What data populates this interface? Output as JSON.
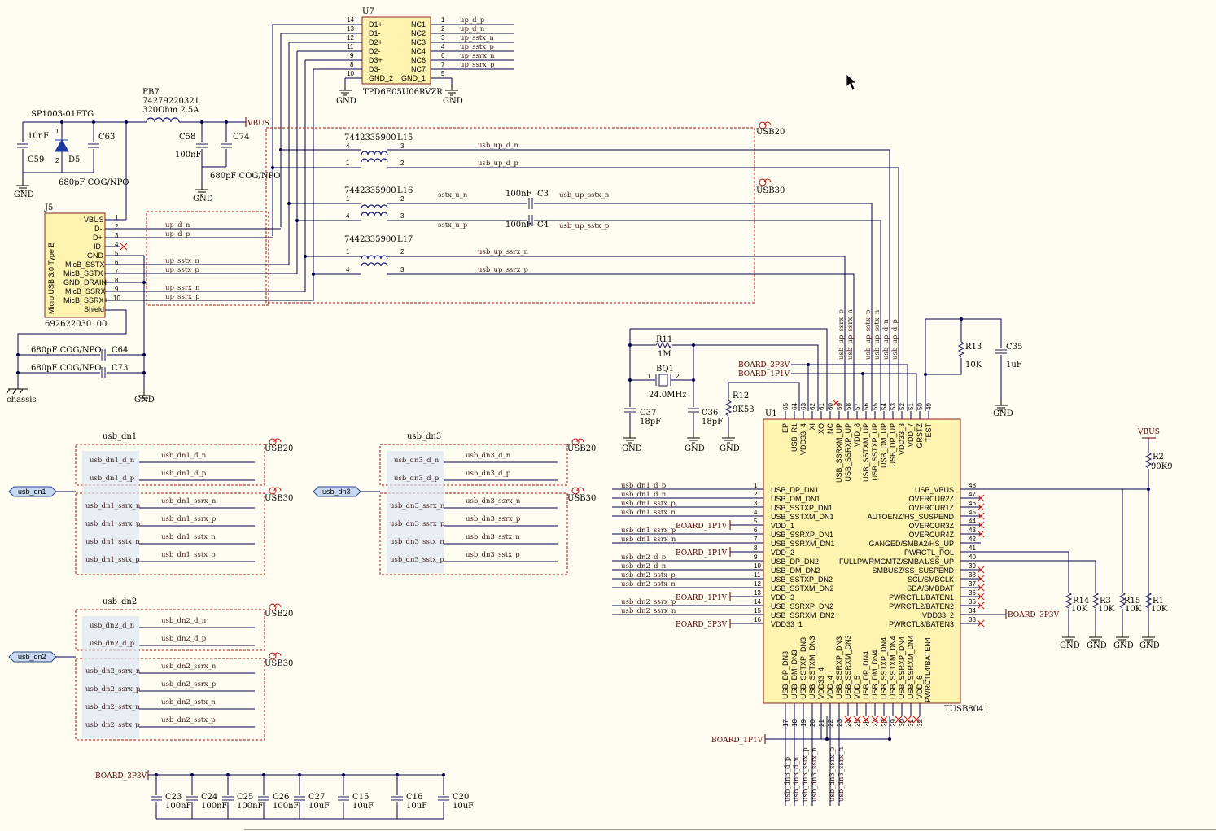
{
  "colors": {
    "background": "#fffdf2",
    "wire": "#1a1a5a",
    "component_fill": "#fff3b0",
    "harness_border": "#b01010",
    "no_connect": "#d01010",
    "port_fill": "#c8d8f0"
  },
  "u7": {
    "ref": "U7",
    "part": "TPD6E05U06RVZR",
    "left_pins": [
      {
        "num": "14",
        "name": "D1+"
      },
      {
        "num": "13",
        "name": "D1-"
      },
      {
        "num": "12",
        "name": "D2+"
      },
      {
        "num": "11",
        "name": "D2-"
      },
      {
        "num": "9",
        "name": "D3+"
      },
      {
        "num": "8",
        "name": "D3-"
      },
      {
        "num": "10",
        "name": "GND_2"
      }
    ],
    "right_pins": [
      {
        "num": "1",
        "name": "NC1",
        "net": "up_d_p"
      },
      {
        "num": "2",
        "name": "NC2",
        "net": "up_d_n"
      },
      {
        "num": "3",
        "name": "NC3",
        "net": "up_sstx_n"
      },
      {
        "num": "4",
        "name": "NC4",
        "net": "up_sstx_p"
      },
      {
        "num": "6",
        "name": "NC6",
        "net": "up_ssrx_n"
      },
      {
        "num": "7",
        "name": "NC7",
        "net": "up_ssrx_p"
      },
      {
        "num": "5",
        "name": "GND_1",
        "net": ""
      }
    ]
  },
  "j5": {
    "ref": "J5",
    "part": "Micro USB 3.0 Type B",
    "pn": "692622030100",
    "pins": [
      {
        "num": "1",
        "name": "VBUS",
        "net": ""
      },
      {
        "num": "2",
        "name": "D-",
        "net": "up_d_n"
      },
      {
        "num": "3",
        "name": "D+",
        "net": "up_d_p"
      },
      {
        "num": "4",
        "name": "ID",
        "net": ""
      },
      {
        "num": "5",
        "name": "GND",
        "net": ""
      },
      {
        "num": "6",
        "name": "MicB_SSTX-",
        "net": "up_sstx_n"
      },
      {
        "num": "7",
        "name": "MicB_SSTX+",
        "net": "up_sstx_p"
      },
      {
        "num": "8",
        "name": "GND_DRAIN",
        "net": ""
      },
      {
        "num": "9",
        "name": "MicB_SSRX-",
        "net": "up_ssrx_n"
      },
      {
        "num": "10",
        "name": "MicB_SSRX+",
        "net": "up_ssrx_p"
      },
      {
        "num": "",
        "name": "Shield",
        "net": ""
      }
    ]
  },
  "power_in": {
    "d5_part": "SP1003-01ETG",
    "d5_ref": "D5",
    "d5_pin1": "1",
    "d5_pin2": "2",
    "fb7_ref": "FB7",
    "fb7_part": "74279220321",
    "fb7_value": "320Ohm 2.5A",
    "c59_ref": "C59",
    "c59_value": "10nF",
    "c63_ref": "C63",
    "c63_value": "680pF COG/NPO",
    "c58_ref": "C58",
    "c58_value": "100nF",
    "c74_ref": "C74",
    "c74_value": "680pF COG/NPO",
    "vbus": "VBUS"
  },
  "shield": {
    "c64_ref": "C64",
    "c64_value": "680pF COG/NPO",
    "c73_ref": "C73",
    "c73_value": "680pF COG/NPO",
    "chassis": "chassis"
  },
  "gnd": "GND",
  "chokes": {
    "part": "7442335900",
    "l15": {
      "ref": "L15",
      "p1": "4",
      "p2": "1",
      "p3": "3",
      "p4": "2",
      "net1": "usb_up_d_n",
      "net2": "usb_up_d_p"
    },
    "l16": {
      "ref": "L16",
      "p1": "1",
      "p2": "4",
      "p3": "2",
      "p4": "3",
      "net1": "sstx_u_n",
      "net2": "sstx_u_p"
    },
    "l17": {
      "ref": "L17",
      "p1": "1",
      "p2": "4",
      "p3": "2",
      "p4": "3",
      "net1": "usb_up_ssrx_n",
      "net2": "usb_up_ssrx_p"
    }
  },
  "caps_tx": {
    "c3_ref": "C3",
    "c3_value": "100nF",
    "c3_net": "usb_up_sstx_n",
    "c4_ref": "C4",
    "c4_value": "100nF",
    "c4_net": "usb_up_sstx_p"
  },
  "harness": {
    "usb20": "USB20",
    "usb30": "USB30"
  },
  "xtal": {
    "r11_ref": "R11",
    "r11_value": "1M",
    "bq1_ref": "BQ1",
    "bq1_value": "24.0MHz",
    "bq1_p1": "1",
    "bq1_p2": "2",
    "c37_ref": "C37",
    "c37_value": "18pF",
    "c36_ref": "C36",
    "c36_value": "18pF",
    "r12_ref": "R12",
    "r12_value": "9K53"
  },
  "top_right": {
    "r13_ref": "R13",
    "r13_value": "10K",
    "c35_ref": "C35",
    "c35_value": "1uF",
    "board_3p3v": "BOARD_3P3V",
    "board_1p1v": "BOARD_1P1V"
  },
  "u1": {
    "ref": "U1",
    "part": "TUSB8041",
    "top_pins": [
      {
        "num": "65",
        "name": "EP"
      },
      {
        "num": "64",
        "name": "USB_R1"
      },
      {
        "num": "63",
        "name": "VDD33_4"
      },
      {
        "num": "62",
        "name": "XI"
      },
      {
        "num": "61",
        "name": "XO"
      },
      {
        "num": "60",
        "name": "NC"
      },
      {
        "num": "59",
        "name": "USB_SSRXM_UP"
      },
      {
        "num": "58",
        "name": "USB_SSRXP_UP"
      },
      {
        "num": "57",
        "name": "VDD_8"
      },
      {
        "num": "56",
        "name": "USB_SSTXM_UP"
      },
      {
        "num": "55",
        "name": "USB_SSTXP_UP"
      },
      {
        "num": "54",
        "name": "USB_DM_UP"
      },
      {
        "num": "53",
        "name": "USB_DP_UP"
      },
      {
        "num": "52",
        "name": "VDD33_3"
      },
      {
        "num": "51",
        "name": "VDD_7"
      },
      {
        "num": "50",
        "name": "GRSTZ"
      },
      {
        "num": "49",
        "name": "TEST"
      }
    ],
    "top_nets": [
      "usb_up_ssrx_p",
      "usb_up_ssrx_n",
      "usb_up_sstx_p",
      "usb_up_sstx_n",
      "usb_up_d_n",
      "usb_up_d_p"
    ],
    "left_pins": [
      {
        "num": "1",
        "name": "USB_DP_DN1",
        "net": "usb_dn1_d_p"
      },
      {
        "num": "2",
        "name": "USB_DM_DN1",
        "net": "usb_dn1_d_n"
      },
      {
        "num": "3",
        "name": "USB_SSTXP_DN1",
        "net": "usb_dn1_sstx_p"
      },
      {
        "num": "4",
        "name": "USB_SSTXM_DN1",
        "net": "usb_dn1_sstx_n"
      },
      {
        "num": "5",
        "name": "VDD_1",
        "net": "BOARD_1P1V"
      },
      {
        "num": "6",
        "name": "USB_SSRXP_DN1",
        "net": "usb_dn1_ssrx_p"
      },
      {
        "num": "7",
        "name": "USB_SSRXM_DN1",
        "net": "usb_dn1_ssrx_n"
      },
      {
        "num": "8",
        "name": "VDD_2",
        "net": "BOARD_1P1V"
      },
      {
        "num": "9",
        "name": "USB_DP_DN2",
        "net": "usb_dn2_d_p"
      },
      {
        "num": "10",
        "name": "USB_DM_DN2",
        "net": "usb_dn2_d_n"
      },
      {
        "num": "11",
        "name": "USB_SSTXP_DN2",
        "net": "usb_dn2_sstx_p"
      },
      {
        "num": "12",
        "name": "USB_SSTXM_DN2",
        "net": "usb_dn2_sstx_n"
      },
      {
        "num": "13",
        "name": "VDD_3",
        "net": "BOARD_1P1V"
      },
      {
        "num": "14",
        "name": "USB_SSRXP_DN2",
        "net": "usb_dn2_ssrx_p"
      },
      {
        "num": "15",
        "name": "USB_SSRXM_DN2",
        "net": "usb_dn2_ssrx_n"
      },
      {
        "num": "16",
        "name": "VDD33_1",
        "net": "BOARD_3P3V"
      }
    ],
    "right_pins": [
      {
        "num": "48",
        "name": "USB_VBUS"
      },
      {
        "num": "47",
        "name": "OVERCUR2Z"
      },
      {
        "num": "46",
        "name": "OVERCUR1Z"
      },
      {
        "num": "45",
        "name": "AUTOENZ/HS_SUSPEND"
      },
      {
        "num": "44",
        "name": "OVERCUR3Z"
      },
      {
        "num": "43",
        "name": "OVERCUR4Z"
      },
      {
        "num": "42",
        "name": "GANGED/SMBA2/HS_UP"
      },
      {
        "num": "41",
        "name": "PWRCTL_POL"
      },
      {
        "num": "40",
        "name": "FULLPWRMGMTZ/SMBA1/SS_UP"
      },
      {
        "num": "39",
        "name": "SMBUSZ/SS_SUSPEND"
      },
      {
        "num": "38",
        "name": "SCL/SMBCLK"
      },
      {
        "num": "37",
        "name": "SDA/SMBDAT"
      },
      {
        "num": "36",
        "name": "PWRCTL1/BATEN1"
      },
      {
        "num": "35",
        "name": "PWRCTL2/BATEN2"
      },
      {
        "num": "34",
        "name": "VDD33_2"
      },
      {
        "num": "33",
        "name": "PWRCTL3/BATEN3"
      }
    ],
    "bottom_pins": [
      {
        "num": "17",
        "name": "USB_DP_DN3"
      },
      {
        "num": "18",
        "name": "USB_DM_DN3"
      },
      {
        "num": "19",
        "name": "USB_SSTXP_DN3"
      },
      {
        "num": "20",
        "name": "USB_SSTXM_DN3"
      },
      {
        "num": "21",
        "name": "VDD33_4"
      },
      {
        "num": "22",
        "name": "VDD_4"
      },
      {
        "num": "23",
        "name": "USB_SSRXP_DN3"
      },
      {
        "num": "24",
        "name": "USB_SSRXM_DN3"
      },
      {
        "num": "25",
        "name": "VDD_5"
      },
      {
        "num": "26",
        "name": "USB_DP_DN4"
      },
      {
        "num": "27",
        "name": "USB_DM_DN4"
      },
      {
        "num": "28",
        "name": "USB_SSTXP_DN4"
      },
      {
        "num": "29",
        "name": "USB_SSTXM_DN4"
      },
      {
        "num": "30",
        "name": "USB_SSRXP_DN4"
      },
      {
        "num": "31",
        "name": "USB_SSRXM_DN4"
      },
      {
        "num": "32",
        "name": "VDD_6"
      }
    ],
    "bottom_label": "PWRCTL4/BATEN4",
    "bottom_nets": [
      "usb_dn3_d_p",
      "usb_dn3_d_n",
      "usb_dn3_sstx_p",
      "usb_dn3_sstx_n",
      "usb_dn3_ssrx_p",
      "usb_dn3_ssrx_n"
    ]
  },
  "right_res": {
    "vbus": "VBUS",
    "r2_ref": "R2",
    "r2_value": "90K9",
    "r14_ref": "R14",
    "r14_value": "10K",
    "r3_ref": "R3",
    "r3_value": "10K",
    "r15_ref": "R15",
    "r15_value": "10K",
    "r1_ref": "R1",
    "r1_value": "10K"
  },
  "ports": {
    "dn1": {
      "port": "usb_dn1",
      "title": "usb_dn1",
      "usb20": [
        "usb_dn1_d_n",
        "usb_dn1_d_p"
      ],
      "usb30": [
        "usb_dn1_ssrx_n",
        "usb_dn1_ssrx_p",
        "usb_dn1_sstx_n",
        "usb_dn1_sstx_p"
      ]
    },
    "dn2": {
      "port": "usb_dn2",
      "title": "usb_dn2",
      "usb20": [
        "usb_dn2_d_n",
        "usb_dn2_d_p"
      ],
      "usb30": [
        "usb_dn2_ssrx_n",
        "usb_dn2_ssrx_p",
        "usb_dn2_sstx_n",
        "usb_dn2_sstx_p"
      ]
    },
    "dn3": {
      "port": "usb_dn3",
      "title": "usb_dn3",
      "usb20": [
        "usb_dn3_d_n",
        "usb_dn3_d_p"
      ],
      "usb30": [
        "usb_dn3_ssrx_n",
        "usb_dn3_ssrx_p",
        "usb_dn3_sstx_n",
        "usb_dn3_sstx_p"
      ]
    }
  },
  "decoupling": {
    "rail": "BOARD_3P3V",
    "caps": [
      {
        "ref": "C23",
        "value": "100nF"
      },
      {
        "ref": "C24",
        "value": "100nF"
      },
      {
        "ref": "C25",
        "value": "100nF"
      },
      {
        "ref": "C26",
        "value": "100nF"
      },
      {
        "ref": "C27",
        "value": "10uF"
      },
      {
        "ref": "C15",
        "value": "10uF"
      },
      {
        "ref": "C16",
        "value": "10uF"
      },
      {
        "ref": "C20",
        "value": "10uF"
      }
    ]
  }
}
